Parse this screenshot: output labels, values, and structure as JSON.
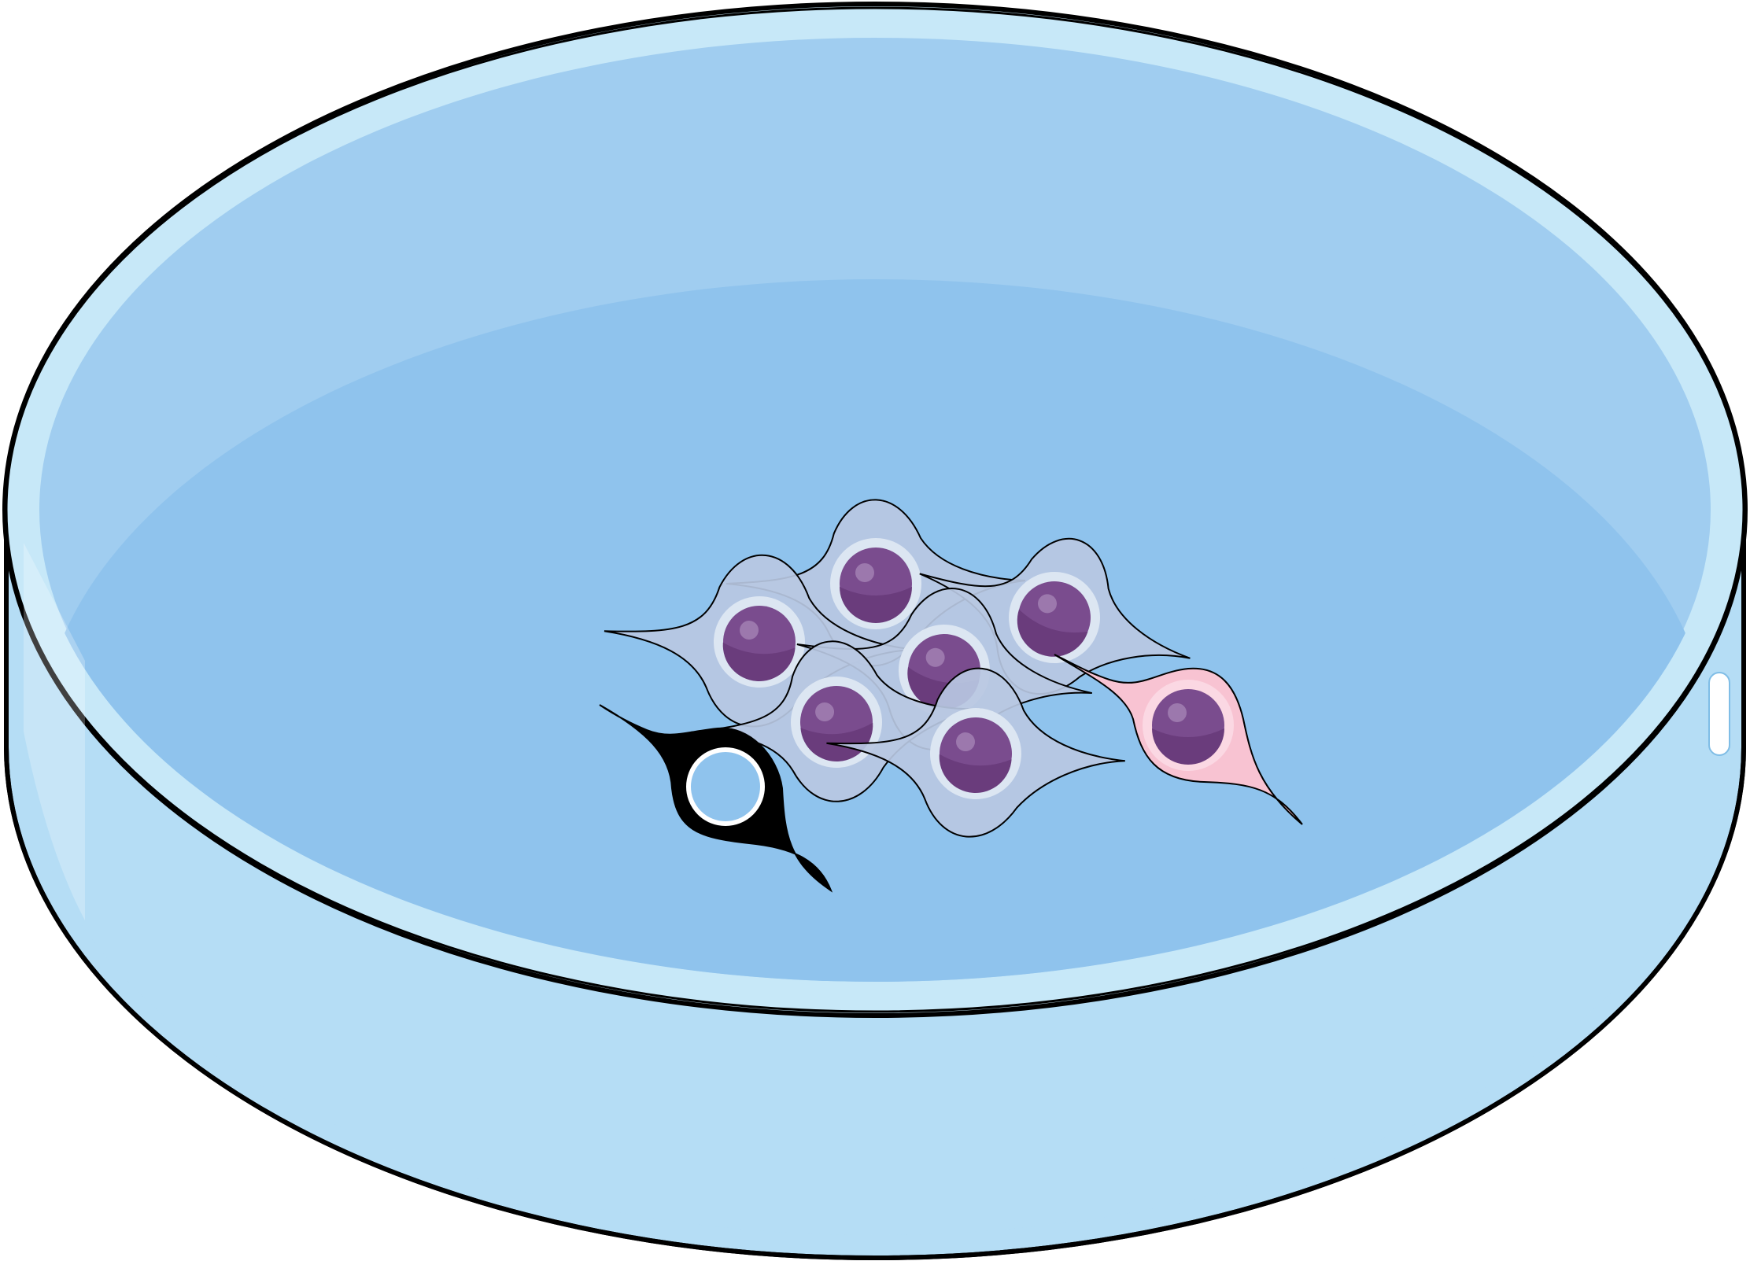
{
  "colors": {
    "dish_wall": "#b5ddf5",
    "dish_rim": "#c7e8f8",
    "dish_inner_ring": "#a0cdf0",
    "dish_floor": "#8fc3ed",
    "outline": "#000000",
    "cell_body": "#b8c8e2",
    "cell_membrane_ring": "#dce6f2",
    "nucleus": "#7a4c8e",
    "nucleus_dark": "#6a3c7c",
    "nucleus_highlight": "#9c78ad",
    "pink_cell_body": "#f8c3d2",
    "pink_cell_inner": "#fbd8e3",
    "dead_cell": "#000000",
    "highlight": "#ffffff"
  },
  "icons": {
    "dish": "petri-dish-icon",
    "cell": "cell-icon",
    "marked_cell": "pink-cell-icon",
    "dead_cell": "black-cell-icon"
  },
  "cells": {
    "blue_count": 6,
    "pink_count": 1,
    "black_count": 1
  }
}
